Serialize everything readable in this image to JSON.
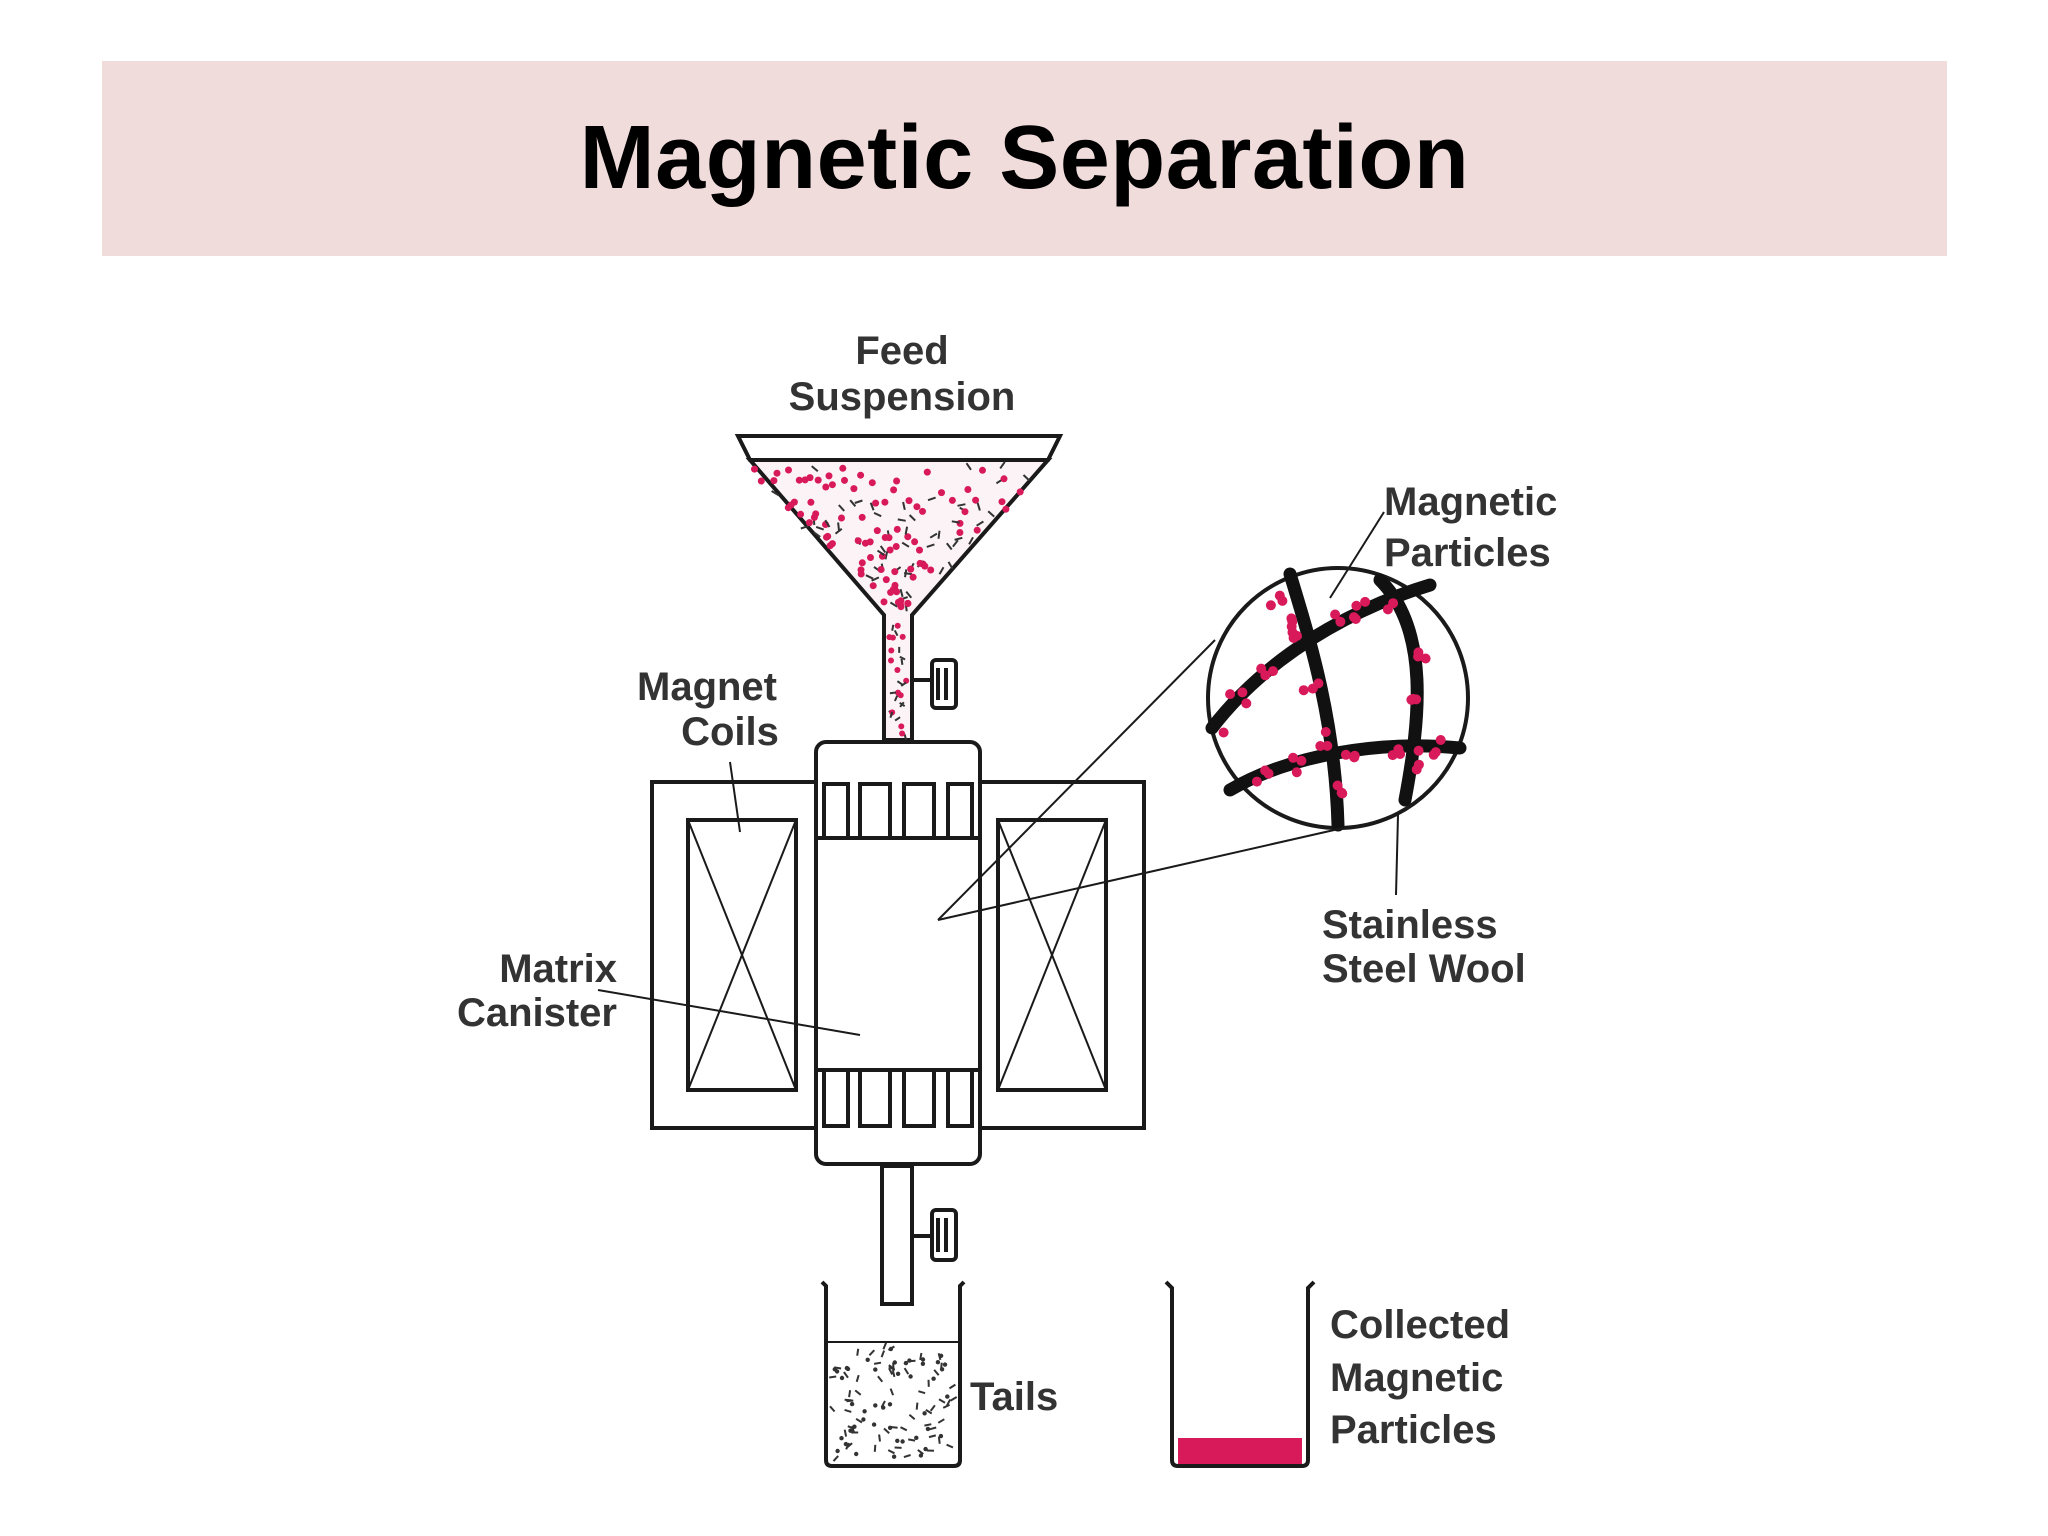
{
  "title": "Magnetic Separation",
  "labels": {
    "feed": [
      "Feed",
      "Suspension"
    ],
    "magnetic_particles": [
      "Magnetic",
      "Particles"
    ],
    "magnet_coils": [
      "Magnet",
      "Coils"
    ],
    "matrix_canister": [
      "Matrix",
      "Canister"
    ],
    "steel_wool": [
      "Stainless",
      "Steel Wool"
    ],
    "tails": "Tails",
    "collected": [
      "Collected",
      "Magnetic",
      "Particles"
    ]
  },
  "colors": {
    "particle": "#d8195a",
    "line": "#1a1a1a",
    "title_bg": "#f1dcdc"
  }
}
